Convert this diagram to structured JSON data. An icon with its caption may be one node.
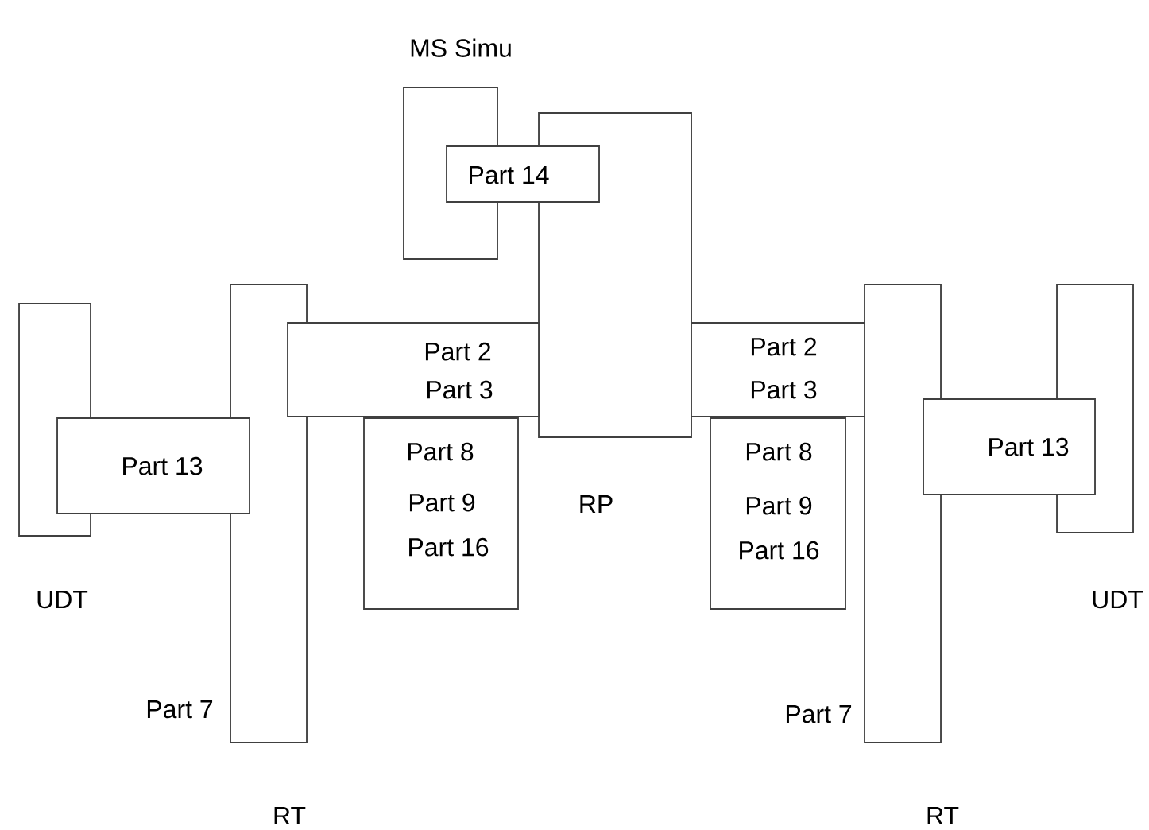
{
  "diagram": {
    "nodes": [
      {
        "text": [
          "MS Simu"
        ]
      },
      {
        "text": [
          "Part 14"
        ]
      },
      {
        "text": [
          "RP"
        ]
      },
      {
        "text": [
          "UDT"
        ]
      },
      {
        "text": [
          "Part 7",
          "RT"
        ]
      },
      {
        "text": [
          "Part 2",
          "Part 3"
        ]
      },
      {
        "text": [
          "Part 8",
          "Part 9",
          "Part 16"
        ]
      },
      {
        "text": [
          "Part 13"
        ]
      },
      {
        "text": [
          "Part 2",
          "Part 3"
        ]
      },
      {
        "text": [
          "Part 8",
          "Part 9",
          "Part 16"
        ]
      },
      {
        "text": [
          "Part 7",
          "RT"
        ]
      },
      {
        "text": [
          "Part 13"
        ]
      },
      {
        "text": [
          "UDT"
        ]
      }
    ]
  }
}
